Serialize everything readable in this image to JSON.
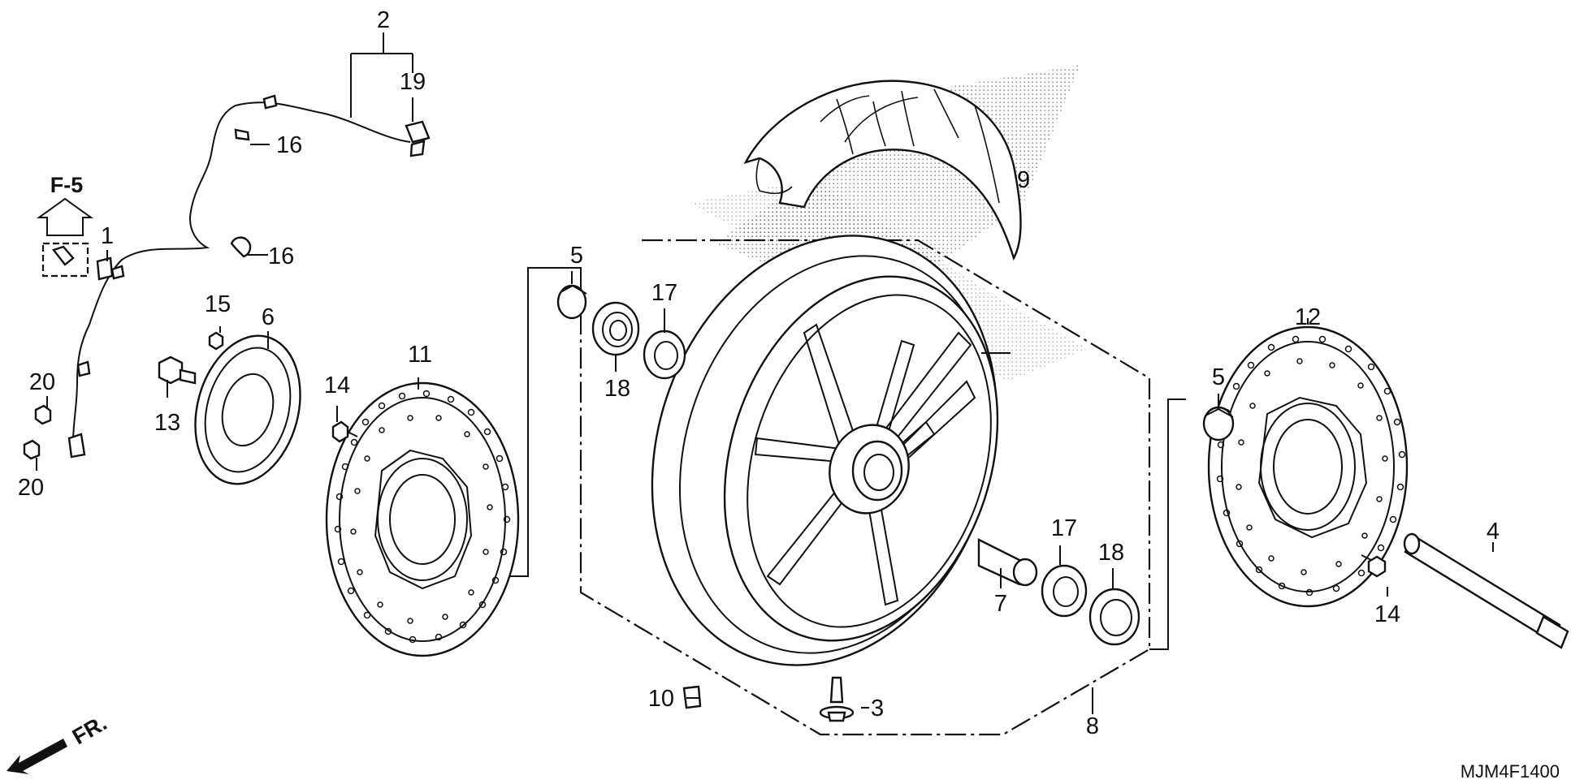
{
  "diagram": {
    "orientation_marker": "F-5",
    "front_marker": "FR.",
    "diagram_code": "MJM4F1400",
    "callouts": {
      "c1": "1",
      "c2": "2",
      "c3": "3",
      "c4": "4",
      "c5a": "5",
      "c5b": "5",
      "c6": "6",
      "c7": "7",
      "c8": "8",
      "c9": "9",
      "c10": "10",
      "c11": "11",
      "c12": "12",
      "c13": "13",
      "c14a": "14",
      "c14b": "14",
      "c15": "15",
      "c16a": "16",
      "c16b": "16",
      "c17a": "17",
      "c17b": "17",
      "c18a": "18",
      "c18b": "18",
      "c19": "19",
      "c20a": "20",
      "c20b": "20"
    }
  }
}
